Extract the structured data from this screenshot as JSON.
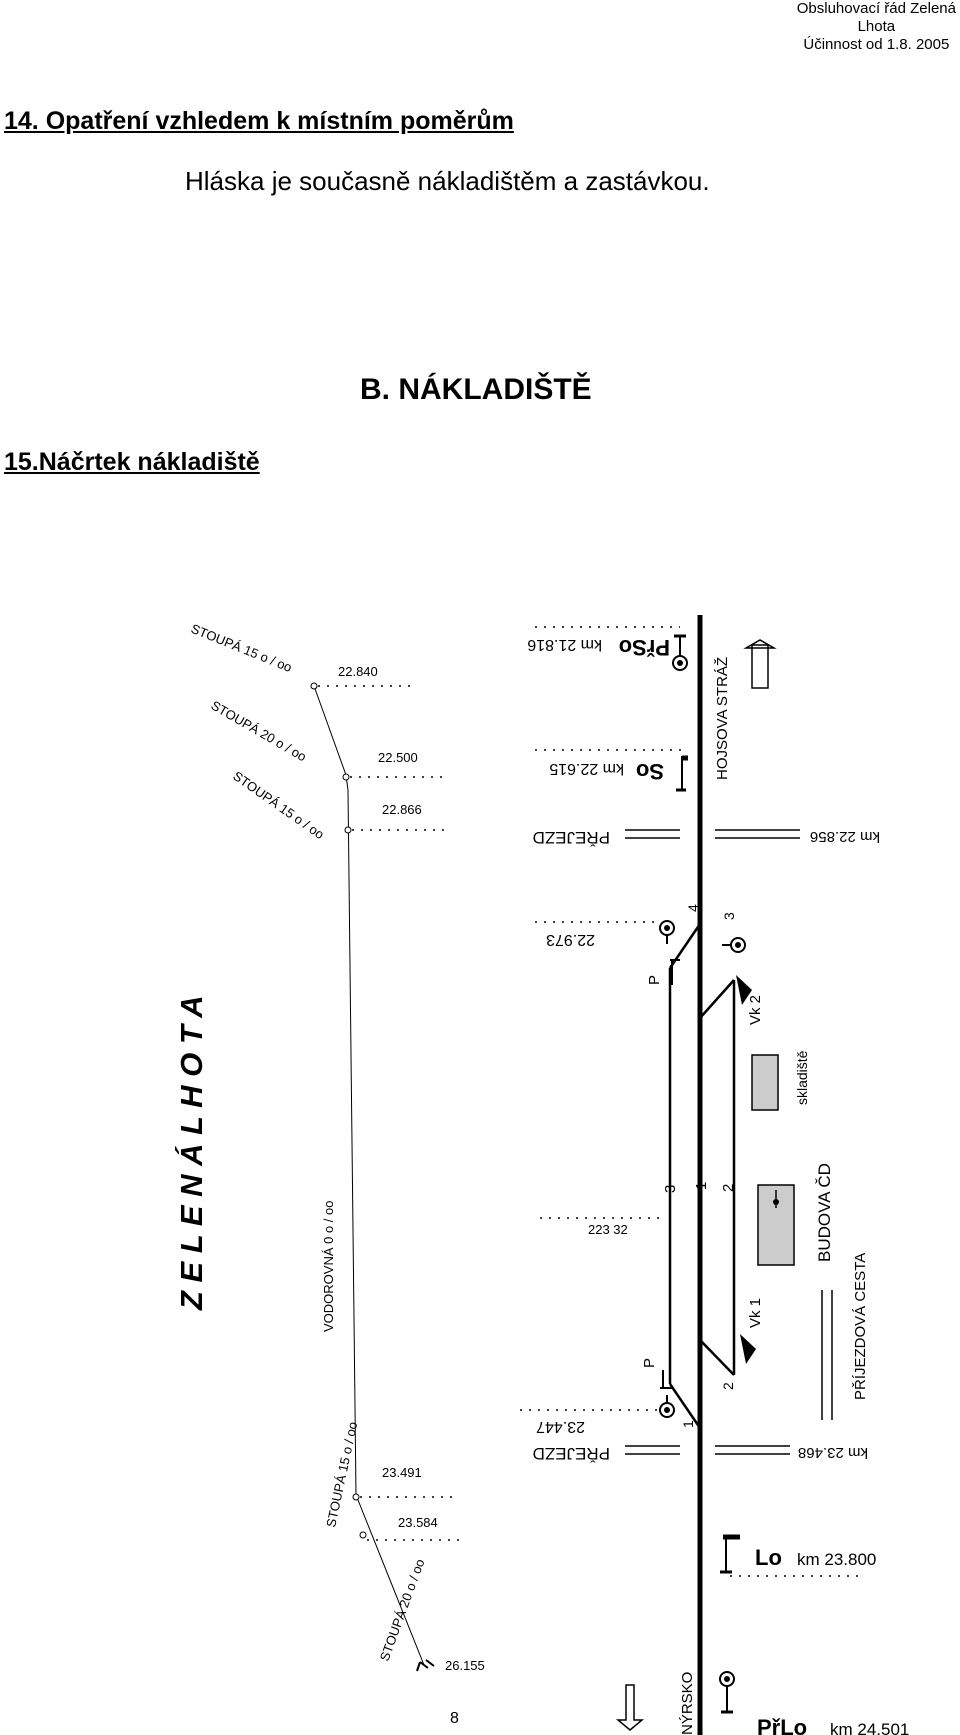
{
  "header": {
    "line1": "Obsluhovací řád Zelená",
    "line2": "Lhota",
    "line3": "Účinnost od  1.8. 2005"
  },
  "section14": {
    "title": "14.  Opatření vzhledem k místním poměrům",
    "text": "Hláska je současně nákladištěm a zastávkou."
  },
  "section_b": {
    "title": "B. NÁKLADIŠTĚ"
  },
  "section15": {
    "title": "15.Náčrtek nákladiště"
  },
  "diagram": {
    "station_name": "Z E L E N Á   L H O T A",
    "direction_top": "HOJSOVA   STRÁŽ",
    "direction_bottom": "NÝRSKO",
    "profile": {
      "s1": "STOUPÁ 15 o / oo",
      "s2": "STOUPÁ 20 o / oo",
      "s3": "STOUPÁ 15 o / oo",
      "level": "VODOROVNÁ   0   o / oo",
      "s4": "STOUPÁ  15 o / oo",
      "s5": "STOUPÁ  20 o / oo",
      "k1": "22.840",
      "k2": "22.500",
      "k3": "22.866",
      "k4": "23.491",
      "k5": "23.584",
      "k6": "26.155"
    },
    "signals": {
      "prso": "PřSo",
      "prso_km": "km 21.816",
      "so": "So",
      "so_km": "km 22.615",
      "lo": "Lo",
      "lo_km": "km 23.800",
      "prlo": "PřLo",
      "prlo_km": "km 24.501"
    },
    "crossings": {
      "label_top": "PŘEJEZD",
      "km_top": "km 22.856",
      "label_bottom": "PŘEJEZD",
      "km_bottom": "km 23.468"
    },
    "points": {
      "sw_top": "22.973",
      "center": "223 32",
      "sw_bottom": "23.447"
    },
    "tracks": {
      "t1": "1",
      "t2": "2",
      "t3": "3",
      "sw1": "1",
      "sw2": "2",
      "sw3": "3",
      "sw4": "4",
      "p_top": "P",
      "p_bottom": "P"
    },
    "vk": {
      "vk1": "Vk 1",
      "vk2": "Vk 2"
    },
    "buildings": {
      "skladiste": "skladiště",
      "budova": "BUDOVA ČD",
      "cesta": "PŘÍJEZDOVÁ  CESTA"
    },
    "page_number": "8"
  }
}
